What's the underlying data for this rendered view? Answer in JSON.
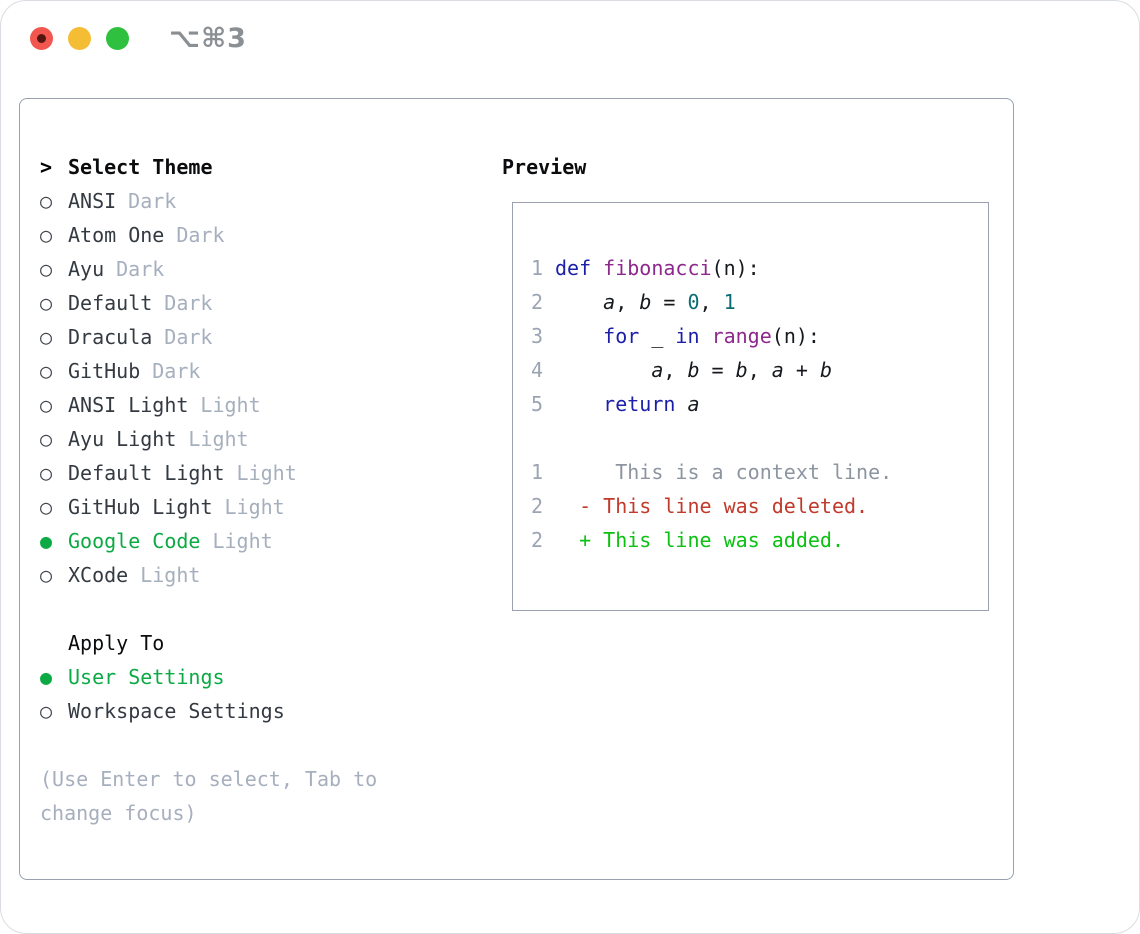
{
  "window": {
    "title": "⌥⌘3"
  },
  "icons": {
    "radio_off": "○",
    "radio_on": "●",
    "cursor": ">"
  },
  "theme_panel": {
    "header_prefix": ">",
    "header": "Select Theme",
    "items": [
      {
        "name": "ANSI",
        "tag": "Dark",
        "selected": false
      },
      {
        "name": "Atom One",
        "tag": "Dark",
        "selected": false
      },
      {
        "name": "Ayu",
        "tag": "Dark",
        "selected": false
      },
      {
        "name": "Default",
        "tag": "Dark",
        "selected": false
      },
      {
        "name": "Dracula",
        "tag": "Dark",
        "selected": false
      },
      {
        "name": "GitHub",
        "tag": "Dark",
        "selected": false
      },
      {
        "name": "ANSI Light",
        "tag": "Light",
        "selected": false
      },
      {
        "name": "Ayu Light",
        "tag": "Light",
        "selected": false
      },
      {
        "name": "Default Light",
        "tag": "Light",
        "selected": false
      },
      {
        "name": "GitHub Light",
        "tag": "Light",
        "selected": false
      },
      {
        "name": "Google Code",
        "tag": "Light",
        "selected": true
      },
      {
        "name": "XCode",
        "tag": "Light",
        "selected": false
      }
    ],
    "apply_to": {
      "header": "Apply To",
      "options": [
        {
          "name": "User Settings",
          "selected": true
        },
        {
          "name": "Workspace Settings",
          "selected": false
        }
      ]
    },
    "help_lines": [
      "(Use Enter to select, Tab to",
      "change focus)"
    ]
  },
  "preview_panel": {
    "header": "Preview",
    "lines": [
      {
        "num": "1",
        "tokens": [
          {
            "c": "k",
            "t": "def"
          },
          {
            "t": " "
          },
          {
            "c": "f",
            "t": "fibonacci"
          },
          {
            "t": "(n):"
          }
        ]
      },
      {
        "num": "2",
        "tokens": [
          {
            "t": "    "
          },
          {
            "c": "v",
            "t": "a"
          },
          {
            "t": ", "
          },
          {
            "c": "v",
            "t": "b"
          },
          {
            "t": " = "
          },
          {
            "c": "n",
            "t": "0"
          },
          {
            "t": ", "
          },
          {
            "c": "n",
            "t": "1"
          }
        ]
      },
      {
        "num": "3",
        "tokens": [
          {
            "t": "    "
          },
          {
            "c": "k",
            "t": "for"
          },
          {
            "t": " _ "
          },
          {
            "c": "k",
            "t": "in"
          },
          {
            "t": " "
          },
          {
            "c": "f",
            "t": "range"
          },
          {
            "t": "(n):"
          }
        ]
      },
      {
        "num": "4",
        "tokens": [
          {
            "t": "        "
          },
          {
            "c": "v",
            "t": "a"
          },
          {
            "t": ", "
          },
          {
            "c": "v",
            "t": "b"
          },
          {
            "t": " = "
          },
          {
            "c": "v",
            "t": "b"
          },
          {
            "t": ", "
          },
          {
            "c": "v",
            "t": "a"
          },
          {
            "t": " + "
          },
          {
            "c": "v",
            "t": "b"
          }
        ]
      },
      {
        "num": "5",
        "tokens": [
          {
            "t": "    "
          },
          {
            "c": "k",
            "t": "return"
          },
          {
            "t": " "
          },
          {
            "c": "v",
            "t": "a"
          }
        ]
      },
      {
        "num": "",
        "tokens": []
      },
      {
        "num": "1",
        "tokens": [
          {
            "c": "ctx",
            "t": "     This is a context line."
          }
        ]
      },
      {
        "num": "2",
        "tokens": [
          {
            "c": "del",
            "t": "  - This line was deleted."
          }
        ]
      },
      {
        "num": "2",
        "tokens": [
          {
            "c": "add",
            "t": "  + This line was added."
          }
        ]
      }
    ]
  },
  "colors": {
    "tl_red": "#f2574f",
    "tl_red_dot": "#571511",
    "tl_yellow": "#f5bd33",
    "tl_green": "#2fc03f",
    "title_gray": "#8a8f94",
    "frame_gray": "#98a1ad",
    "item_text": "#343a41",
    "radio_gray": "#40464e",
    "tag_gray": "#a6afbd",
    "sel_green": "#0caa44",
    "linenum_gray": "#9aa4b2",
    "kw_blue": "#1c1fa8",
    "fn_purple": "#8d288d",
    "num_teal": "#0b6d73",
    "code_plain": "#16191d",
    "ctx_gray": "#8c95a0",
    "del_red": "#c13a2b",
    "add_green": "#0bc111"
  }
}
